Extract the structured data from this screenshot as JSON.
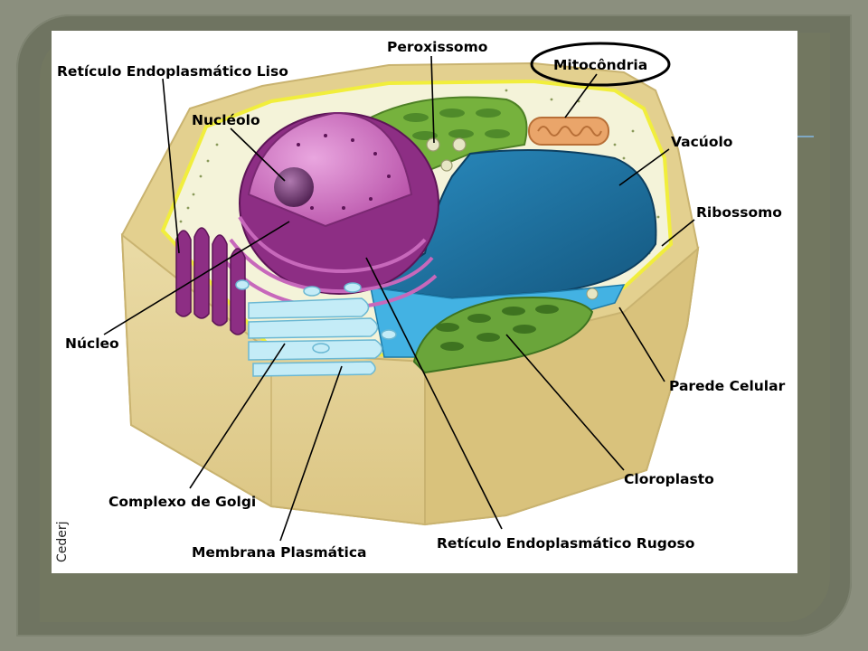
{
  "diagram": {
    "labels": {
      "reticulo_liso": "Retículo Endoplasmático Liso",
      "peroxissomo": "Peroxissomo",
      "mitocondria": "Mitocôndria",
      "nucleolo": "Nucléolo",
      "vacuolo": "Vacúolo",
      "ribossomo": "Ribossomo",
      "nucleo": "Núcleo",
      "parede_celular": "Parede Celular",
      "cloroplasto": "Cloroplasto",
      "complexo_golgi": "Complexo de Golgi",
      "reticulo_rugoso": "Retículo Endoplasmático Rugoso",
      "membrana_plasmatica": "Membrana Plasmática"
    },
    "credit": "Cederj",
    "colors": {
      "cell_wall": "#e6d49a",
      "cytoplasm": "#f4f3d9",
      "membrane": "#f1ee3c",
      "vacuole": "#1e76a7",
      "nucleus": "#a33a97",
      "chloroplast": "#6aa53a",
      "golgi": "#b9e8f4",
      "mitochondria": "#e8a064"
    }
  }
}
